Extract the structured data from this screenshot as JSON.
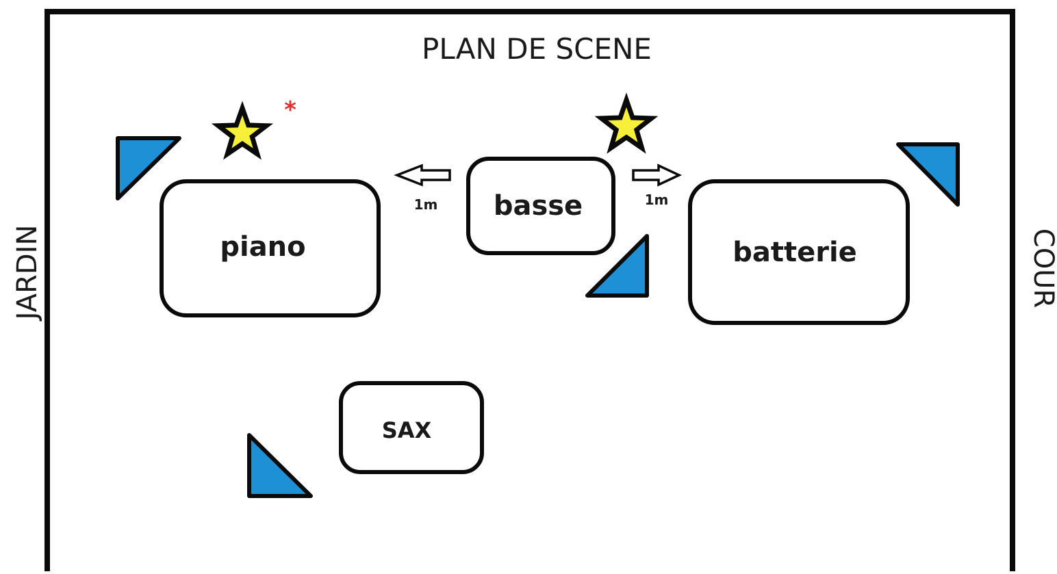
{
  "title": "PLAN DE SCENE",
  "sides": {
    "left": "JARDIN",
    "right": "COUR"
  },
  "instruments": {
    "piano": "piano",
    "basse": "basse",
    "batterie": "batterie",
    "sax": "SAX"
  },
  "distances": {
    "left": "1m",
    "right": "1m"
  },
  "marker": "*",
  "colors": {
    "outline": "#0a0a0a",
    "monitor": "#1e90d6",
    "star_fill": "#f7ef3a",
    "marker": "#e03030",
    "text": "#1a1a1a"
  },
  "icons": {
    "monitor": "monitor-wedge-icon",
    "star": "star-icon",
    "arrow": "arrow-icon"
  }
}
